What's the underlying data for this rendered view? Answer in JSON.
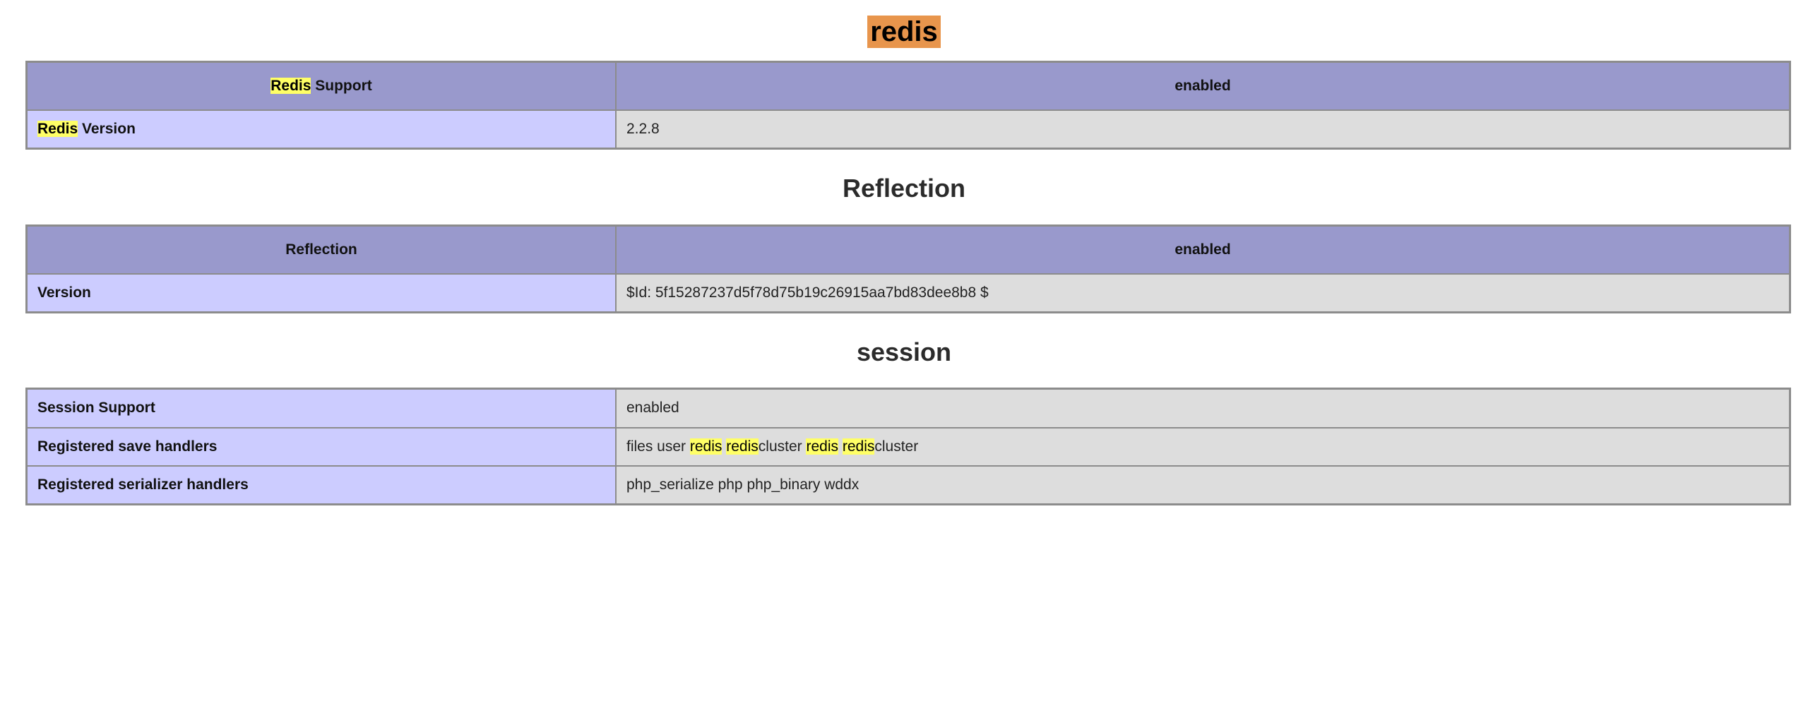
{
  "page": {
    "background": "#ffffff",
    "text_color": "#222222"
  },
  "colors": {
    "header_row_bg": "#9999cc",
    "label_cell_bg": "#ccccff",
    "value_cell_bg": "#dddddd",
    "border": "#8c8c8c",
    "find_highlight": "#ffff66",
    "find_active_highlight": "#e8954c"
  },
  "sections": [
    {
      "heading": "redis",
      "heading_highlight": "active",
      "table": {
        "header": {
          "name_parts": [
            {
              "text": "Redis",
              "highlight": "match"
            },
            {
              "text": " Support",
              "highlight": "none"
            }
          ],
          "name_plain": "Redis Support",
          "value": "enabled"
        },
        "rows": [
          {
            "name_parts": [
              {
                "text": "Redis",
                "highlight": "match"
              },
              {
                "text": " Version",
                "highlight": "none"
              }
            ],
            "name_plain": "Redis Version",
            "value_parts": [
              {
                "text": "2.2.8",
                "highlight": "none"
              }
            ],
            "value_plain": "2.2.8"
          }
        ]
      }
    },
    {
      "heading": "Reflection",
      "heading_highlight": "none",
      "table": {
        "header": {
          "name_parts": [
            {
              "text": "Reflection",
              "highlight": "none"
            }
          ],
          "name_plain": "Reflection",
          "value": "enabled"
        },
        "rows": [
          {
            "name_parts": [
              {
                "text": "Version",
                "highlight": "none"
              }
            ],
            "name_plain": "Version",
            "value_parts": [
              {
                "text": "$Id: 5f15287237d5f78d75b19c26915aa7bd83dee8b8 $",
                "highlight": "none"
              }
            ],
            "value_plain": "$Id: 5f15287237d5f78d75b19c26915aa7bd83dee8b8 $"
          }
        ]
      }
    },
    {
      "heading": "session",
      "heading_highlight": "none",
      "table": {
        "header": null,
        "rows": [
          {
            "name_parts": [
              {
                "text": "Session Support",
                "highlight": "none"
              }
            ],
            "name_plain": "Session Support",
            "value_parts": [
              {
                "text": "enabled",
                "highlight": "none"
              }
            ],
            "value_plain": "enabled"
          },
          {
            "name_parts": [
              {
                "text": "Registered save handlers",
                "highlight": "none"
              }
            ],
            "name_plain": "Registered save handlers",
            "value_parts": [
              {
                "text": "files user ",
                "highlight": "none"
              },
              {
                "text": "redis",
                "highlight": "match"
              },
              {
                "text": " ",
                "highlight": "none"
              },
              {
                "text": "redis",
                "highlight": "match"
              },
              {
                "text": "cluster ",
                "highlight": "none"
              },
              {
                "text": "redis",
                "highlight": "match"
              },
              {
                "text": " ",
                "highlight": "none"
              },
              {
                "text": "redis",
                "highlight": "match"
              },
              {
                "text": "cluster",
                "highlight": "none"
              }
            ],
            "value_plain": "files user redis rediscluster redis rediscluster"
          },
          {
            "name_parts": [
              {
                "text": "Registered serializer handlers",
                "highlight": "none"
              }
            ],
            "name_plain": "Registered serializer handlers",
            "value_parts": [
              {
                "text": "php_serialize php php_binary wddx",
                "highlight": "none"
              }
            ],
            "value_plain": "php_serialize php php_binary wddx"
          }
        ]
      }
    }
  ]
}
